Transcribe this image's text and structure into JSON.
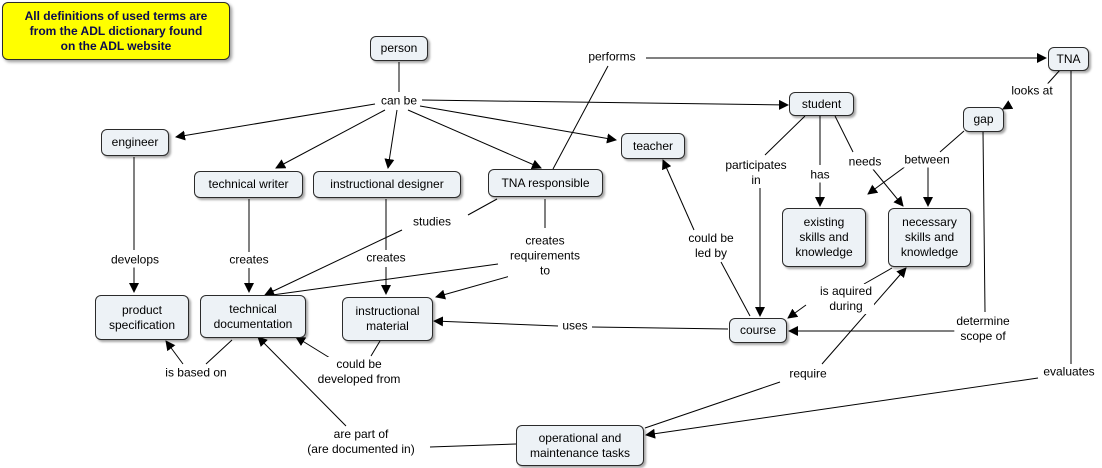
{
  "note": "All definitions of used terms are\nfrom the ADL dictionary found\non the ADL website",
  "concepts": {
    "person": "person",
    "engineer": "engineer",
    "technical_writer": "technical writer",
    "instructional_designer": "instructional designer",
    "tna_responsible": "TNA responsible",
    "teacher": "teacher",
    "student": "student",
    "gap": "gap",
    "tna": "TNA",
    "existing_skills": "existing\nskills and\nknowledge",
    "necessary_skills": "necessary\nskills and\nknowledge",
    "product_specification": "product\nspecification",
    "technical_documentation": "technical\ndocumentation",
    "instructional_material": "instructional\nmaterial",
    "course": "course",
    "operational_tasks": "operational and\nmaintenance tasks"
  },
  "links": {
    "can_be": "can be",
    "performs": "performs",
    "looks_at": "looks at",
    "participates_in": "participates\nin",
    "has": "has",
    "needs": "needs",
    "between": "between",
    "studies": "studies",
    "creates_requirements_to": "creates\nrequirements\nto",
    "could_be_led_by": "could be\nled by",
    "develops": "develops",
    "creates_tw": "creates",
    "creates_id": "creates",
    "is_aquired_during": "is aquired\nduring",
    "uses": "uses",
    "determine_scope_of": "determine\nscope of",
    "is_based_on": "is based on",
    "could_be_developed_from": "could be\ndeveloped from",
    "require": "require",
    "evaluates": "evaluates",
    "are_part_of": "are part of\n(are documented in)"
  }
}
